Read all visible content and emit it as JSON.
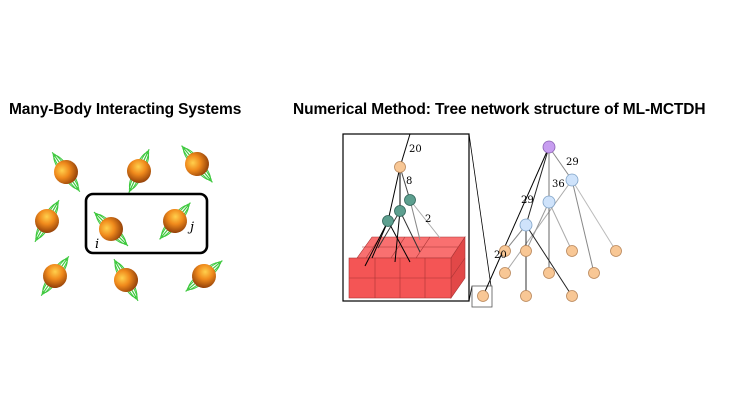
{
  "left_panel": {
    "title": "Many-Body Interacting Systems",
    "pair_labels": [
      "i",
      "j"
    ]
  },
  "right_panel": {
    "title": "Numerical Method: Tree network structure of ML-MCTDH",
    "inset_edge_labels": [
      "20",
      "8",
      "2"
    ],
    "tree_edge_labels": [
      "29",
      "36",
      "29",
      "20"
    ]
  },
  "colors": {
    "root_node": "#c79df0",
    "internal_node": "#cfe3fb",
    "leaf_node": "#f8c795",
    "inset_teal_node": "#5d9f8f",
    "tensor_block": "#f45555",
    "spin_field_lines": "#3cc83c",
    "particle_core": "#e07a1c"
  }
}
